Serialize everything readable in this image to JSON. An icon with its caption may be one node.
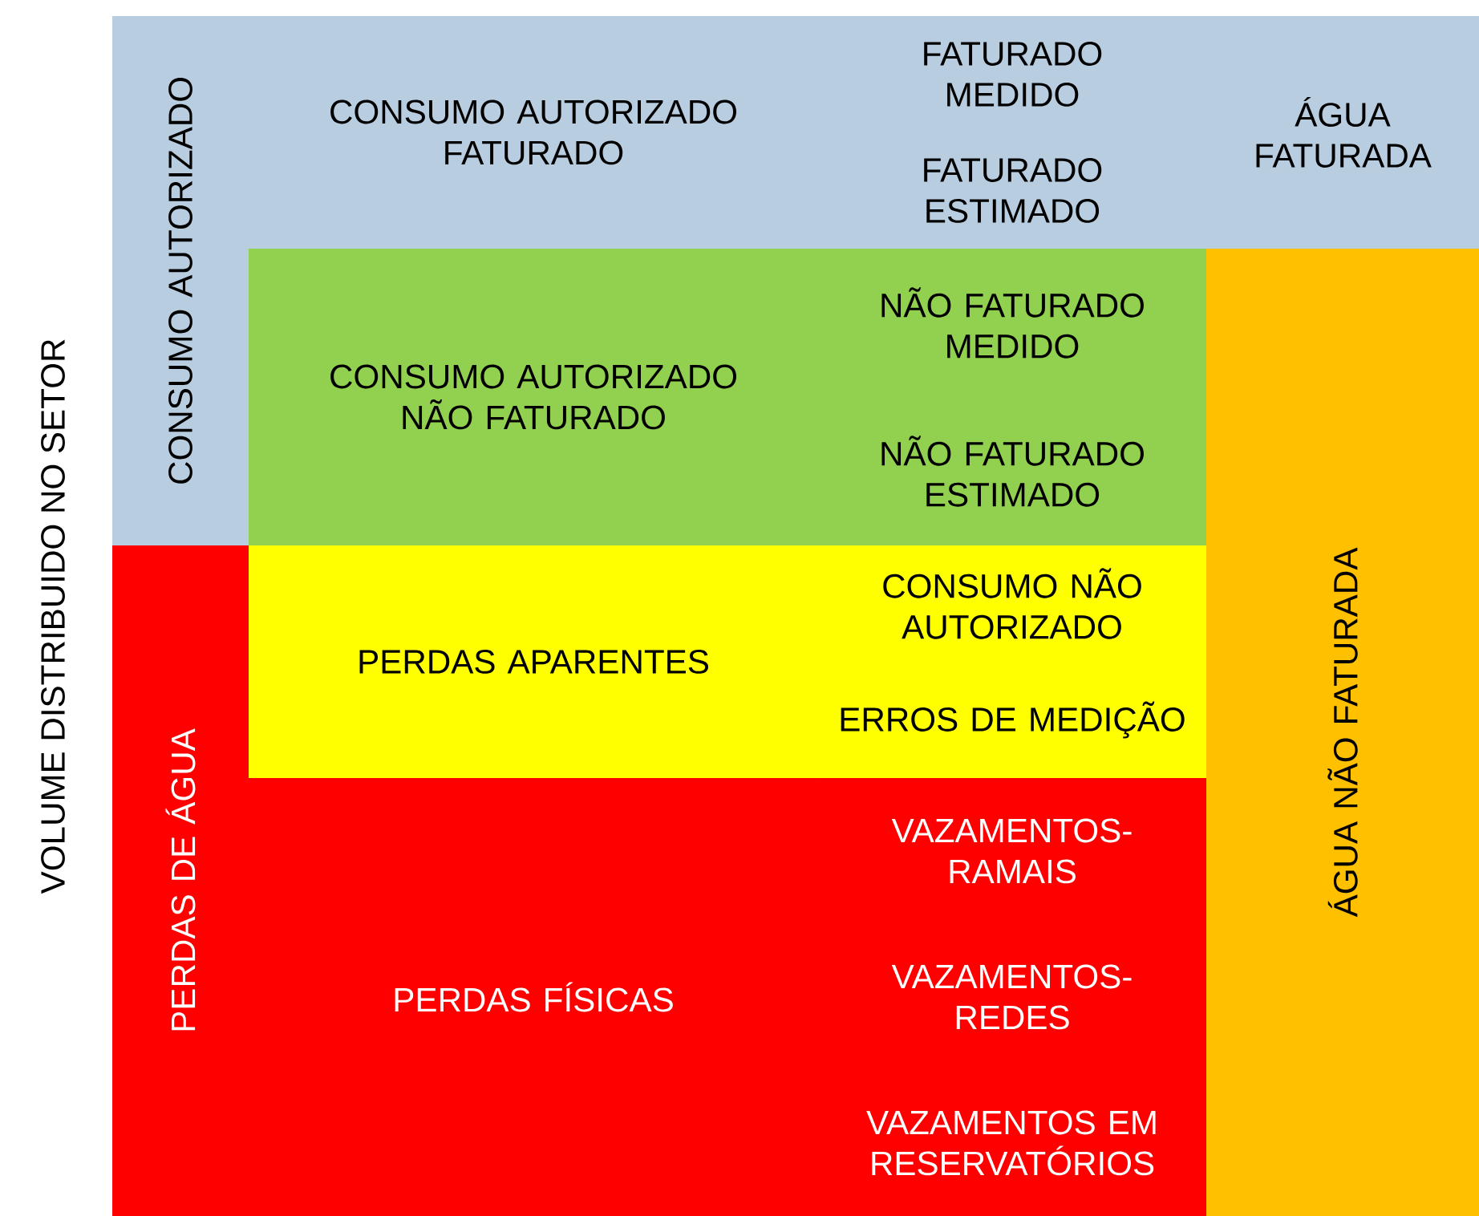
{
  "diagram": {
    "nodes": [
      {
        "text": [
          "CONSUMO AUTORIZADO"
        ]
      },
      {
        "text": [
          "CONSUMO AUTORIZADO FATURADO"
        ]
      },
      {
        "text": [
          "FATURADO MEDIDO",
          "FATURADO ESTIMADO"
        ]
      },
      {
        "text": [
          "ÁGUA FATURADA"
        ]
      },
      {
        "text": [
          "CONSUMO AUTORIZADO NÃO FATURADO"
        ]
      },
      {
        "text": [
          "NÃO FATURADO MEDIDO",
          "NÃO FATURADO ESTIMADO"
        ]
      },
      {
        "text": [
          "ÁGUA NÃO FATURADA"
        ]
      },
      {
        "text": [
          "PERDAS DE ÁGUA"
        ]
      },
      {
        "text": [
          "PERDAS APARENTES"
        ]
      },
      {
        "text": [
          "CONSUMO NÃO AUTORIZADO",
          "ERROS DE MEDIÇÃO"
        ]
      },
      {
        "text": [
          "PERDAS FÍSICAS"
        ]
      },
      {
        "text": [
          "VAZAMENTOS-RAMAIS",
          "VAZAMENTOS-REDES",
          "VAZAMENTOS EM RESERVATÓRIOS"
        ]
      }
    ],
    "labels": [
      "VOLUME DISTRIBUIDO NO SETOR"
    ]
  }
}
